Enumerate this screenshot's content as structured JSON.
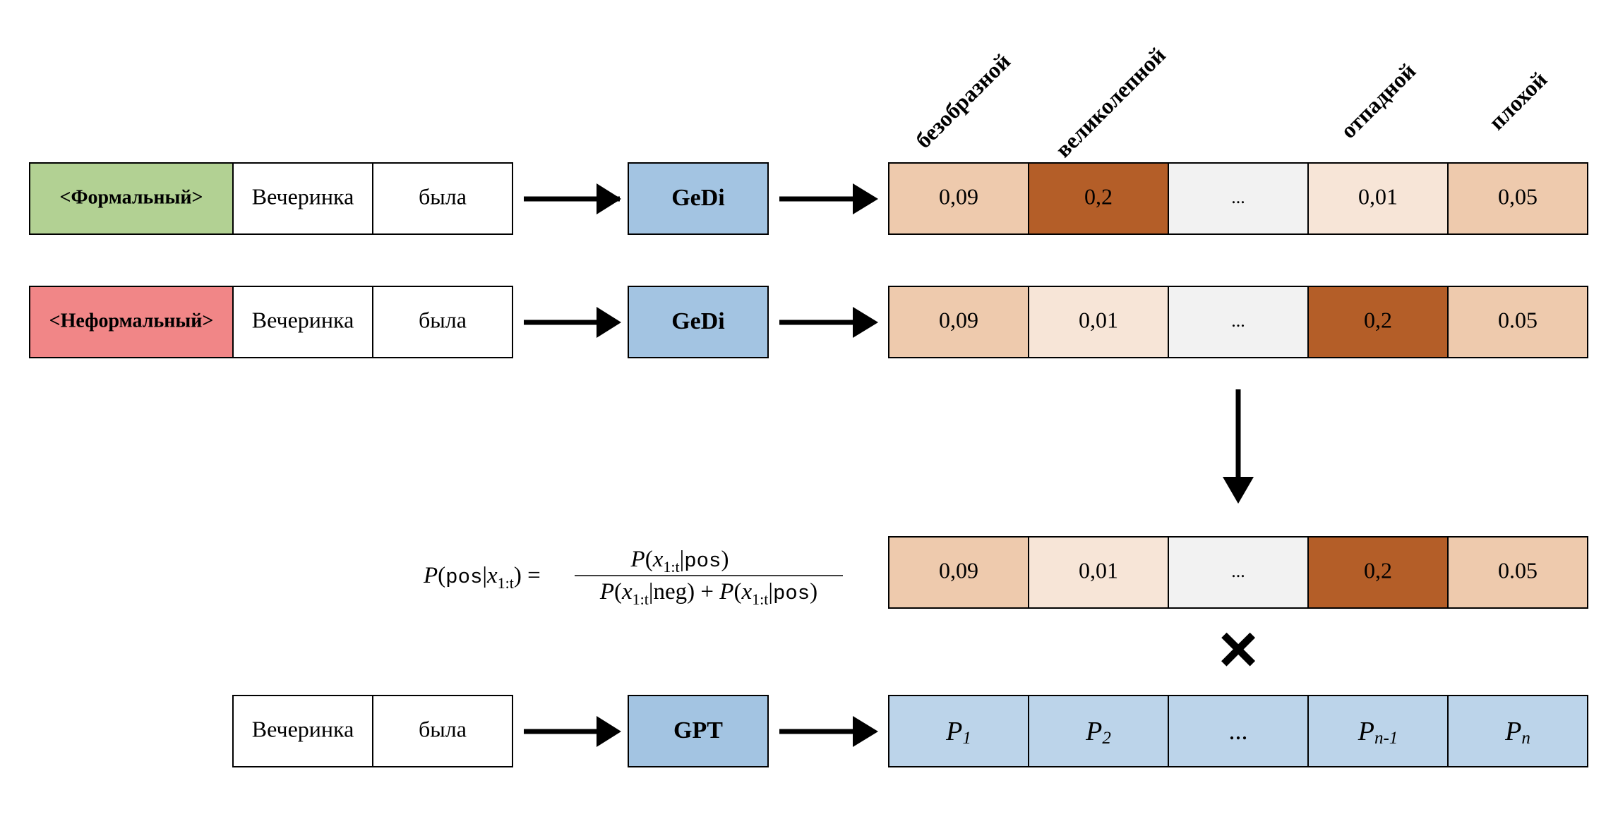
{
  "colors": {
    "formal_tag": "#b2d193",
    "informal_tag": "#f18687",
    "gedi_box": "#a3c4e2",
    "gpt_box": "#a3c4e2",
    "prob_light": "#f7e5d7",
    "prob_mid": "#eecaad",
    "prob_dark": "#b45e28",
    "prob_gray": "#f2f2f2",
    "p_cells": "#bcd4ea"
  },
  "column_headers": [
    "безобразной",
    "великолепной",
    "отпадной",
    "плохой"
  ],
  "rows": {
    "formal": {
      "tag": "<Формальный>",
      "tokens": [
        "Вечеринка",
        "была"
      ],
      "model": "GeDi",
      "probs": [
        "0,09",
        "0,2",
        "...",
        "0,01",
        "0,05"
      ]
    },
    "informal": {
      "tag": "<Неформальный>",
      "tokens": [
        "Вечеринка",
        "была"
      ],
      "model": "GeDi",
      "probs": [
        "0,09",
        "0,01",
        "...",
        "0,2",
        "0.05"
      ]
    },
    "posterior": {
      "probs": [
        "0,09",
        "0,01",
        "...",
        "0,2",
        "0.05"
      ]
    },
    "gpt": {
      "tokens": [
        "Вечеринка",
        "была"
      ],
      "model": "GPT",
      "probs": [
        {
          "base": "P",
          "sub": "1"
        },
        {
          "base": "P",
          "sub": "2"
        },
        {
          "base": "...",
          "sub": ""
        },
        {
          "base": "P",
          "sub": "n-1"
        },
        {
          "base": "P",
          "sub": "n"
        }
      ]
    }
  },
  "formula": {
    "lhs_p": "P",
    "lhs_pos": "pos",
    "lhs_x": "x",
    "lhs_sub": "1:t",
    "num_p": "P",
    "num_x": "x",
    "num_sub": "1:t",
    "num_pos": "pos",
    "den1_p": "P",
    "den1_x": "x",
    "den1_sub": "1:t",
    "den1_neg": "neg",
    "den2_p": "P",
    "den2_x": "x",
    "den2_sub": "1:t",
    "den2_pos": "pos"
  },
  "operators": {
    "multiply": "×"
  }
}
